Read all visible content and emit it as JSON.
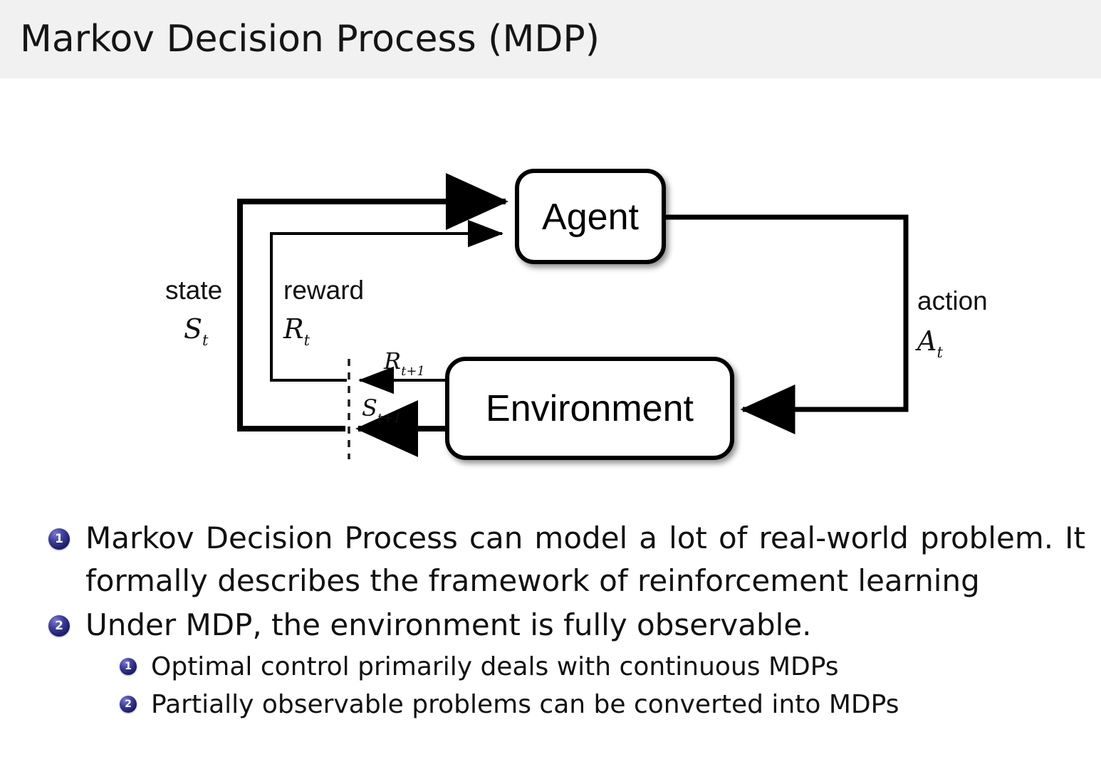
{
  "slide": {
    "title": "Markov Decision Process (MDP)",
    "header_bg": "#f1f1f1",
    "accent": "#1d1d68"
  },
  "diagram": {
    "name": "agent-environment-interaction-loop",
    "nodes": {
      "agent": "Agent",
      "environment": "Environment"
    },
    "edges": {
      "state_label": "state",
      "state_symbol": "S",
      "state_subscript": "t",
      "reward_label": "reward",
      "reward_symbol": "R",
      "reward_subscript": "t",
      "action_label": "action",
      "action_symbol": "A",
      "action_subscript": "t",
      "reward_next_symbol": "R",
      "reward_next_subscript": "t+1",
      "state_next_symbol": "S",
      "state_next_subscript": "t+1"
    }
  },
  "bullets": [
    {
      "num": "1",
      "text": "Markov Decision Process can model a lot of real-world problem. It formally describes the framework of reinforcement learning"
    },
    {
      "num": "2",
      "text": "Under MDP, the environment is fully observable."
    }
  ],
  "subbullets": [
    {
      "num": "1",
      "text": "Optimal control primarily deals with continuous MDPs"
    },
    {
      "num": "2",
      "text": "Partially observable problems can be converted into MDPs"
    }
  ]
}
